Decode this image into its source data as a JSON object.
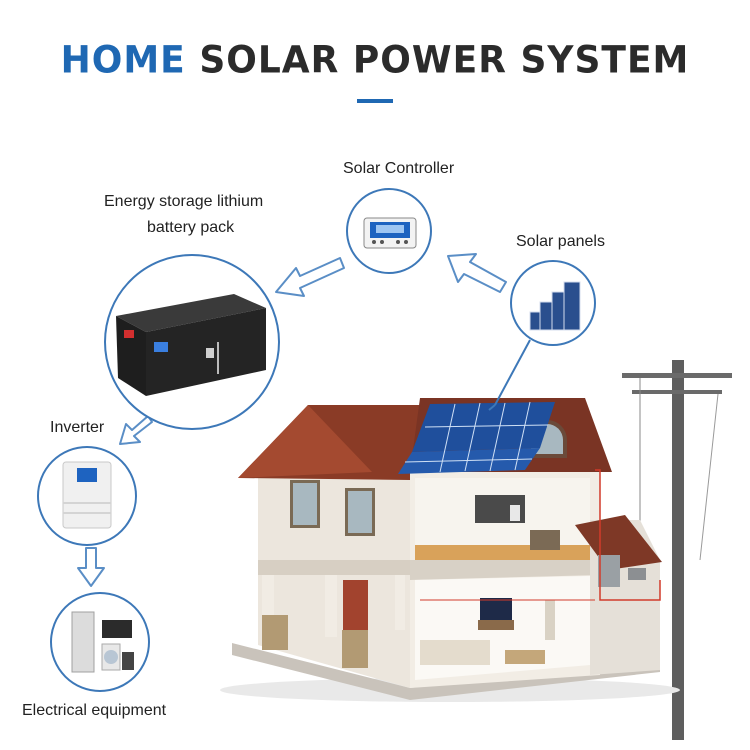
{
  "title": {
    "word1": "HOME",
    "word2": "SOLAR POWER SYSTEM"
  },
  "labels": {
    "solar_controller": "Solar Controller",
    "battery_line1": "Energy storage lithium",
    "battery_line2": "battery pack",
    "solar_panels": "Solar panels",
    "inverter": "Inverter",
    "electrical_equipment": "Electrical equipment"
  },
  "colors": {
    "accent": "#1f68b3",
    "circle_border": "#3d78b8",
    "arrow": "#5a8ec6"
  }
}
